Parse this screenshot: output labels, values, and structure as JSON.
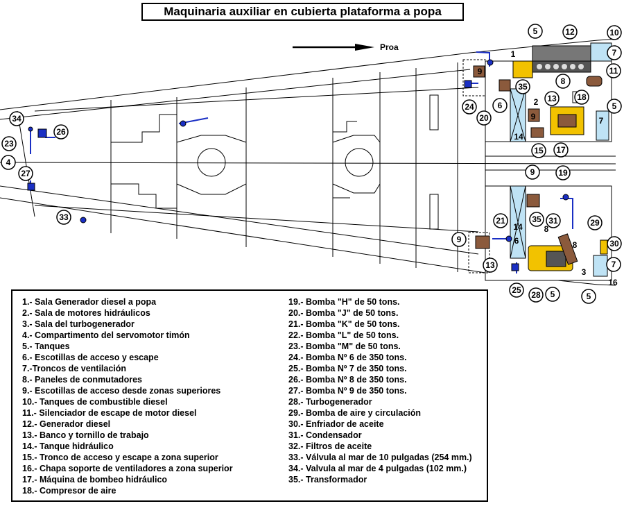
{
  "title": "Maquinaria auxiliar en cubierta plataforma a popa",
  "direction_label": "Proa",
  "colors": {
    "pipe": "#1a2fc4",
    "pump": "#8b5a3c",
    "machine_yellow": "#f2c200",
    "tank_light_blue": "#bfe3f5",
    "tank_grey": "#a9a9a9"
  },
  "callouts": [
    {
      "label": "1"
    },
    {
      "label": "2"
    },
    {
      "label": "3"
    },
    {
      "label": "4"
    },
    {
      "label": "5"
    },
    {
      "label": "5"
    },
    {
      "label": "5"
    },
    {
      "label": "5"
    },
    {
      "label": "6"
    },
    {
      "label": "6"
    },
    {
      "label": "7"
    },
    {
      "label": "7"
    },
    {
      "label": "7"
    },
    {
      "label": "8"
    },
    {
      "label": "8"
    },
    {
      "label": "8"
    },
    {
      "label": "9"
    },
    {
      "label": "9"
    },
    {
      "label": "9"
    },
    {
      "label": "9"
    },
    {
      "label": "10"
    },
    {
      "label": "11"
    },
    {
      "label": "12"
    },
    {
      "label": "13"
    },
    {
      "label": "13"
    },
    {
      "label": "14"
    },
    {
      "label": "14"
    },
    {
      "label": "15"
    },
    {
      "label": "16"
    },
    {
      "label": "17"
    },
    {
      "label": "18"
    },
    {
      "label": "19"
    },
    {
      "label": "20"
    },
    {
      "label": "21"
    },
    {
      "label": "23"
    },
    {
      "label": "24"
    },
    {
      "label": "25"
    },
    {
      "label": "26"
    },
    {
      "label": "27"
    },
    {
      "label": "28"
    },
    {
      "label": "29"
    },
    {
      "label": "30"
    },
    {
      "label": "31"
    },
    {
      "label": "33"
    },
    {
      "label": "34"
    },
    {
      "label": "35"
    },
    {
      "label": "35"
    }
  ],
  "legend": {
    "left": [
      "1.- Sala Generador diesel a popa",
      "2.- Sala de motores hidráulicos",
      "3.- Sala del turbogenerador",
      "4.- Compartimento del servomotor timón",
      "5.- Tanques",
      "6.- Escotillas de acceso y escape",
      "7.-Troncos de ventilación",
      "8.- Paneles de conmutadores",
      "9.- Escotillas de acceso desde zonas superiores",
      "10.- Tanques de combustible diesel",
      "11.- Silenciador de escape de motor diesel",
      "12.- Generador diesel",
      "13.- Banco y tornillo de trabajo",
      "14.- Tanque hidráulico",
      "15.- Tronco de acceso y escape a zona superior",
      "16.- Chapa soporte de ventiladores a zona superior",
      "17.- Máquina de bombeo hidráulico",
      "18.- Compresor de aire"
    ],
    "right": [
      "19.- Bomba \"H\" de 50 tons.",
      "20.- Bomba \"J\" de 50 tons.",
      "21.- Bomba \"K\" de 50 tons.",
      "22.- Bomba \"L\" de 50 tons.",
      "23.- Bomba \"M\" de 50 tons.",
      "24.- Bomba Nº 6 de 350 tons.",
      "25.- Bomba Nº 7 de 350 tons.",
      "26.- Bomba Nº 8 de 350 tons.",
      "27.- Bomba Nº 9 de 350 tons.",
      "28.- Turbogenerador",
      "29.- Bomba de aire y circulación",
      "30.- Enfriador de aceite",
      "31.- Condensador",
      "32.- Filtros de aceite",
      "33.- Válvula al mar de 10 pulgadas (254 mm.)",
      "34.- Valvula al mar de 4 pulgadas (102 mm.)",
      "35.- Transformador"
    ]
  }
}
